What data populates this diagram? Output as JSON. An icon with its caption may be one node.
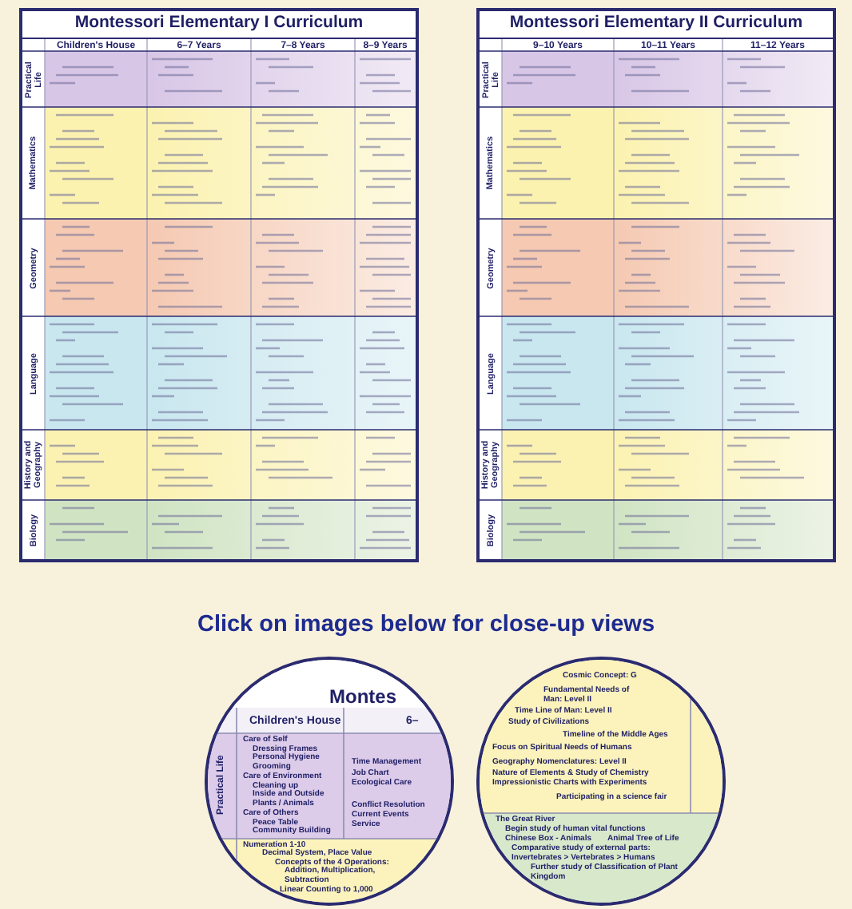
{
  "diagram": {
    "nodes": [
      {
        "text": [
          "Montessori Elementary I Curriculum",
          "Children's House",
          "6–7 Years",
          "7–8 Years",
          "8–9 Years",
          "Practical Life",
          "Mathematics",
          "Geometry",
          "Language",
          "History and Geography",
          "Biology"
        ]
      },
      {
        "text": [
          "Montessori Elementary II Curriculum",
          "9–10 Years",
          "10–11 Years",
          "11–12 Years",
          "Practical Life",
          "Mathematics",
          "Geometry",
          "Language",
          "History and Geography",
          "Biology"
        ]
      },
      {
        "text": [
          "Montes",
          "Children's House",
          "6–",
          "Practical Life",
          "Care of Self",
          "Dressing Frames",
          "Personal Hygiene",
          "Grooming",
          "Care of Environment",
          "Cleaning up",
          "Inside and Outside",
          "Plants / Animals",
          "Care of Others",
          "Peace Table",
          "Community Building",
          "Time Management",
          "Job Chart",
          "Ecological Care",
          "Conflict Resolution",
          "Current Events",
          "Service",
          "Numeration 1-10",
          "Decimal System, Place Value",
          "Concepts of the 4 Operations:",
          "Addition, Multiplication, Subtraction",
          "Linear Counting to 1,000"
        ]
      },
      {
        "text": [
          "Cosmic Concept: G",
          "Fundamental Needs of Man: Level II",
          "Time Line of Man: Level II",
          "Study of Civilizations",
          "Timeline of the Middle Ages",
          "Focus on Spiritual Needs of Humans",
          "Geography Nomenclatures: Level II",
          "Nature of Elements & Study of Chemistry",
          "Impressionistic Charts with Experiments",
          "Participating in a science fair",
          "The Great River",
          "Begin study of human vital functions",
          "Chinese Box - Animals",
          "Animal Tree of Life",
          "Comparative study of external parts: Invertebrates > Vertebrates > Humans",
          "Further study of Classification of Plant Kingdom"
        ]
      }
    ],
    "labels": [
      "Click on images below for close-up views"
    ]
  }
}
